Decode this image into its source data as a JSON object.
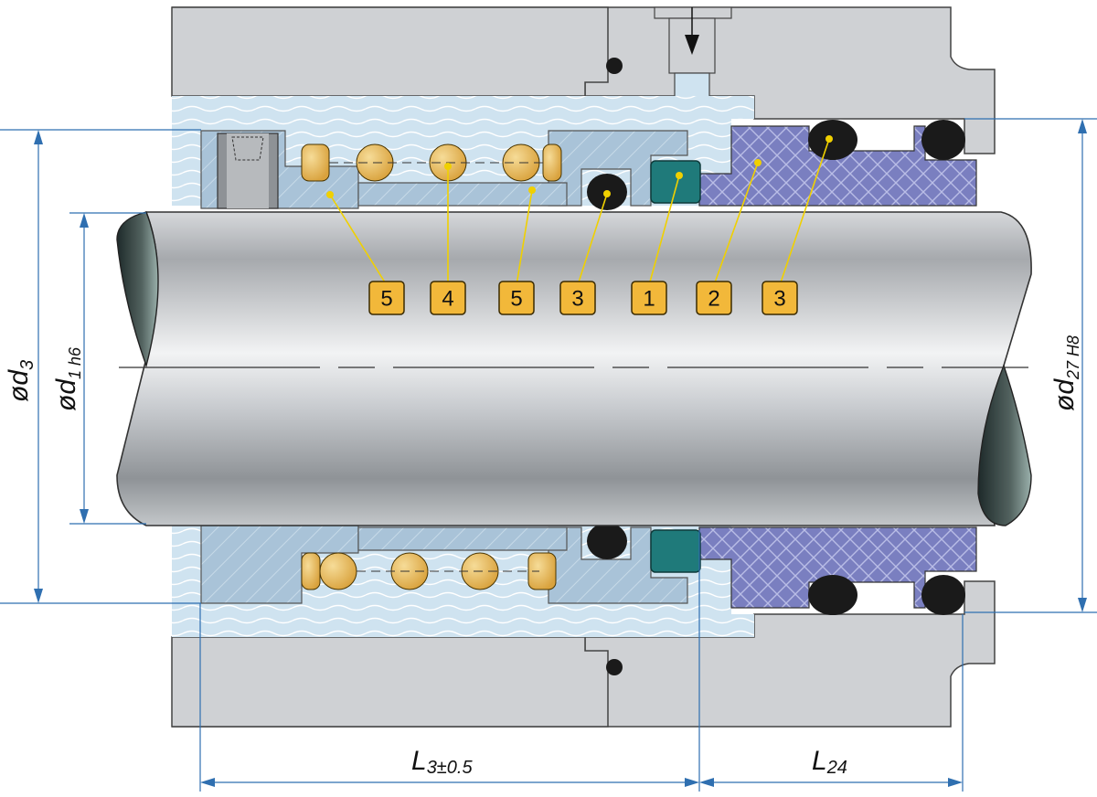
{
  "callouts": [
    {
      "id": "c1",
      "label": "5"
    },
    {
      "id": "c2",
      "label": "4"
    },
    {
      "id": "c3",
      "label": "5"
    },
    {
      "id": "c4",
      "label": "3"
    },
    {
      "id": "c5",
      "label": "1"
    },
    {
      "id": "c6",
      "label": "2"
    },
    {
      "id": "c7",
      "label": "3"
    }
  ],
  "dimensions": {
    "d3": {
      "main": "ød",
      "sub": "3"
    },
    "d1": {
      "main": "ød",
      "sub": "1 h6"
    },
    "d27": {
      "main": "ød",
      "sub": "27 H8"
    },
    "L3": {
      "main": "L",
      "sub": "3±0.5"
    },
    "L24": {
      "main": "L",
      "sub": "24"
    }
  },
  "colors": {
    "housing": "#cfd1d4",
    "sleeve": "#a9c3d8",
    "wave_bg": "#cfe3f0",
    "spring": "#ecc46a",
    "seat": "#7a7fc0",
    "face": "#1f7a7a",
    "oring": "#1a1a1a",
    "dimension": "#2f6fb0",
    "leader": "#f0d000"
  }
}
